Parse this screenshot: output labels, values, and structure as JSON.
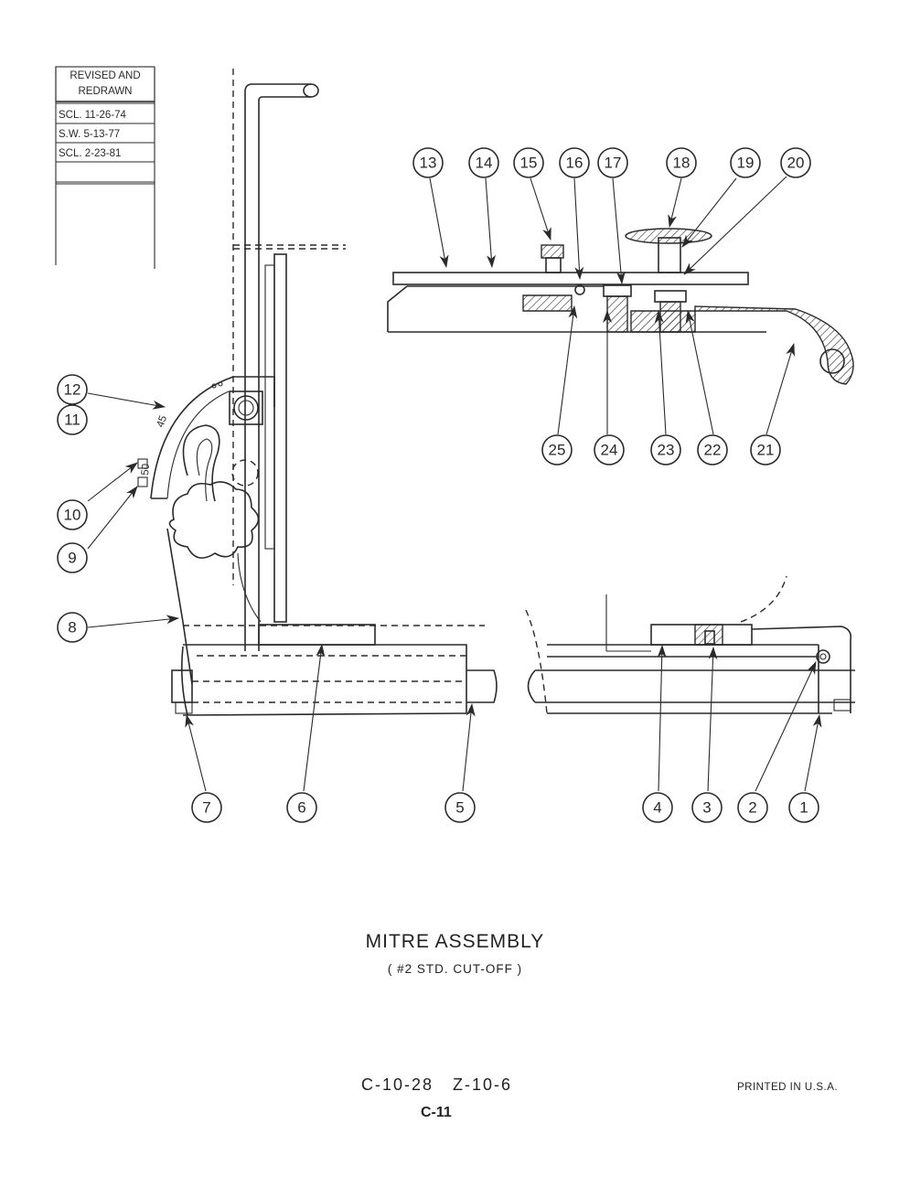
{
  "revision_block": {
    "header": [
      "REVISED AND",
      "REDRAWN"
    ],
    "entries": [
      "SCL. 11-26-74",
      "S.W. 5-13-77",
      "SCL. 2-23-81"
    ]
  },
  "callouts": {
    "1": "1",
    "2": "2",
    "3": "3",
    "4": "4",
    "5": "5",
    "6": "6",
    "7": "7",
    "8": "8",
    "9": "9",
    "10": "10",
    "11": "11",
    "12": "12",
    "13": "13",
    "14": "14",
    "15": "15",
    "16": "16",
    "17": "17",
    "18": "18",
    "19": "19",
    "20": "20",
    "21": "21",
    "22": "22",
    "23": "23",
    "24": "24",
    "25": "25"
  },
  "title": {
    "main": "MITRE ASSEMBLY",
    "sub": "( #2 STD. CUT-OFF )"
  },
  "footer": {
    "drawing_numbers": "C-10-28   Z-10-6",
    "page_number": "C-11",
    "printed": "PRINTED IN U.S.A."
  },
  "scale_marks": [
    "45",
    "50"
  ]
}
